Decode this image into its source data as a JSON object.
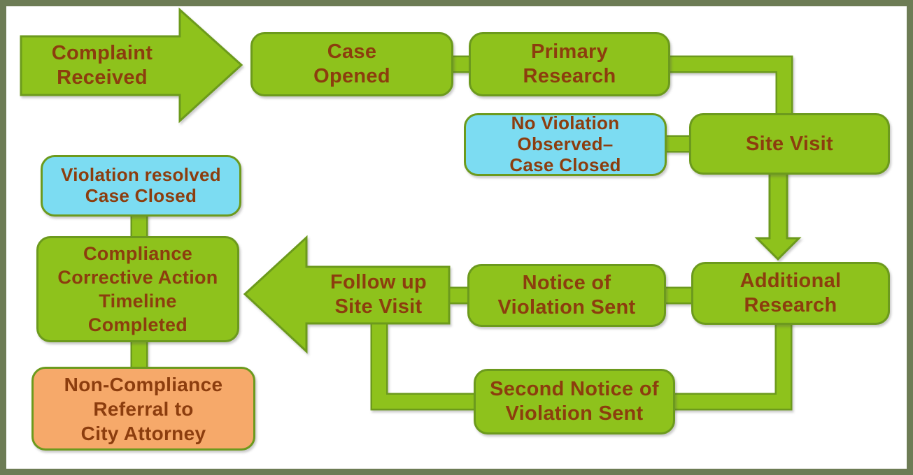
{
  "diagram": {
    "type": "flowchart",
    "colors": {
      "node_green": "#8ec21c",
      "node_blue": "#7cdcf2",
      "node_orange": "#f6a96a",
      "border_green": "#6c9a1d",
      "text_brown": "#8c3d0e",
      "frame_olive": "#6d7c55",
      "background": "#ffffff"
    }
  },
  "nodes": {
    "complaint_received": {
      "label": "Complaint\nReceived",
      "shape": "arrow-right",
      "fill": "green"
    },
    "case_opened": {
      "label": "Case\nOpened",
      "shape": "rounded-box",
      "fill": "green"
    },
    "primary_research": {
      "label": "Primary\nResearch",
      "shape": "rounded-box",
      "fill": "green"
    },
    "site_visit": {
      "label": "Site Visit",
      "shape": "rounded-box",
      "fill": "green"
    },
    "no_violation_observed": {
      "label": "No Violation\nObserved–\nCase Closed",
      "shape": "rounded-box",
      "fill": "blue"
    },
    "additional_research": {
      "label": "Additional\nResearch",
      "shape": "rounded-box",
      "fill": "green"
    },
    "notice_of_violation": {
      "label": "Notice of\nViolation Sent",
      "shape": "rounded-box",
      "fill": "green"
    },
    "follow_up_site_visit": {
      "label": "Follow up\nSite Visit",
      "shape": "arrow-left",
      "fill": "green"
    },
    "second_notice": {
      "label": "Second Notice of\nViolation Sent",
      "shape": "rounded-box",
      "fill": "green"
    },
    "violation_resolved": {
      "label": "Violation resolved\nCase Closed",
      "shape": "rounded-box",
      "fill": "blue"
    },
    "compliance": {
      "label": "Compliance\nCorrective Action\nTimeline\nCompleted",
      "shape": "rounded-box",
      "fill": "green"
    },
    "non_compliance": {
      "label": "Non-Compliance\nReferral to\nCity Attorney",
      "shape": "rounded-box",
      "fill": "orange"
    }
  },
  "edges": [
    {
      "from": "complaint_received",
      "to": "case_opened",
      "style": "block-arrow"
    },
    {
      "from": "case_opened",
      "to": "primary_research",
      "style": "line"
    },
    {
      "from": "primary_research",
      "to": "site_visit",
      "style": "elbow-line"
    },
    {
      "from": "site_visit",
      "to": "no_violation_observed",
      "style": "line"
    },
    {
      "from": "site_visit",
      "to": "additional_research",
      "style": "block-arrow-down"
    },
    {
      "from": "additional_research",
      "to": "notice_of_violation",
      "style": "line"
    },
    {
      "from": "notice_of_violation",
      "to": "follow_up_site_visit",
      "style": "line"
    },
    {
      "from": "additional_research",
      "to": "second_notice",
      "style": "elbow-line"
    },
    {
      "from": "second_notice",
      "to": "follow_up_site_visit",
      "style": "elbow-line"
    },
    {
      "from": "follow_up_site_visit",
      "to": "compliance",
      "style": "block-arrow"
    },
    {
      "from": "compliance",
      "to": "violation_resolved",
      "style": "line"
    },
    {
      "from": "compliance",
      "to": "non_compliance",
      "style": "line"
    }
  ]
}
